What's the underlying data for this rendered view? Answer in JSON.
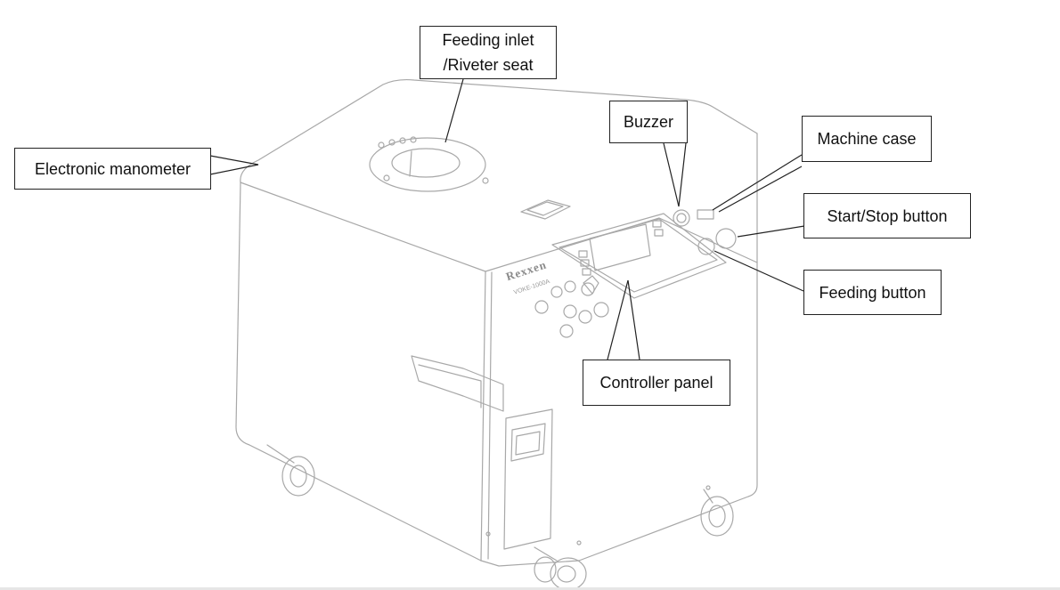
{
  "labels": {
    "feeding_inlet_line1": "Feeding inlet",
    "feeding_inlet_line2": "/Riveter seat",
    "electronic_manometer": "Electronic manometer",
    "buzzer": "Buzzer",
    "machine_case": "Machine case",
    "start_stop_button": "Start/Stop button",
    "feeding_button": "Feeding button",
    "controller_panel": "Controller panel"
  },
  "machine": {
    "brand_text": "Rexxen",
    "model_text": "VOKE-1000A"
  },
  "colors": {
    "line": "#a8a8a8",
    "leader": "#222222",
    "box_border": "#222222",
    "background": "#ffffff"
  }
}
